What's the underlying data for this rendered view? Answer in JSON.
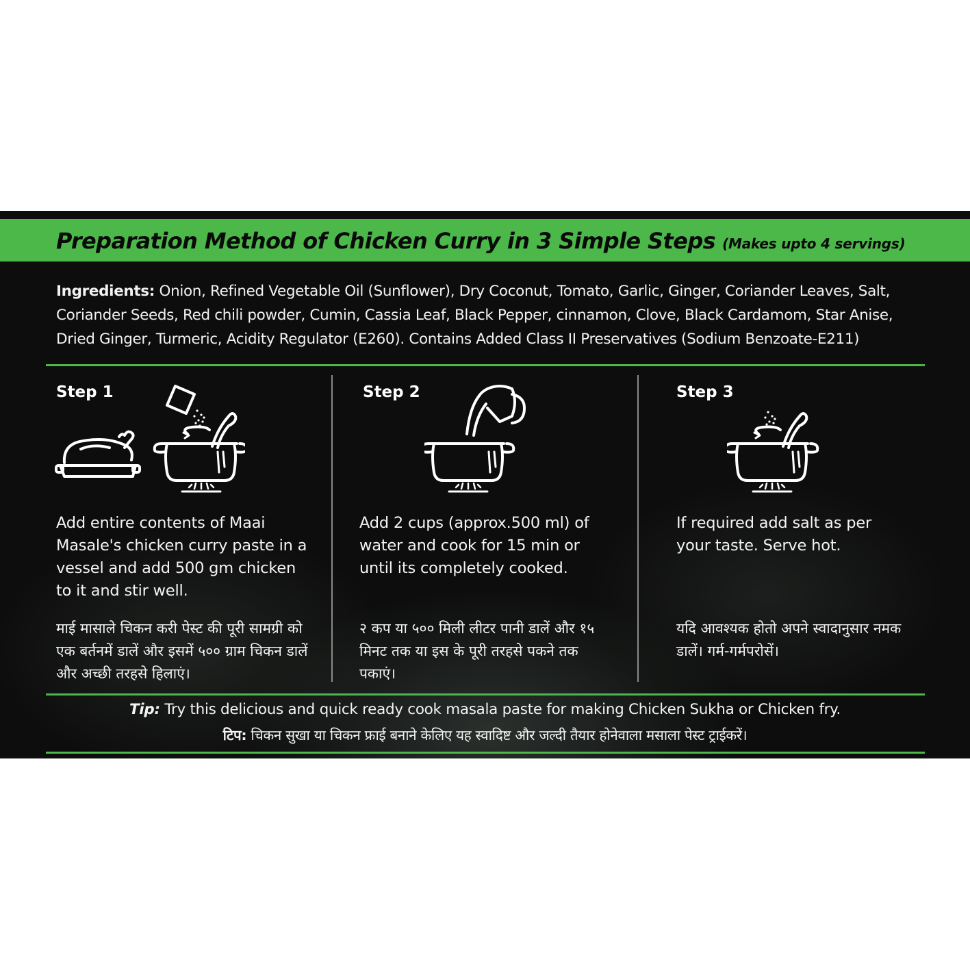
{
  "banner": {
    "title": "Preparation Method of Chicken Curry in 3 Simple Steps",
    "subtitle": "(Makes upto 4 servings)",
    "color": "#4cb84a"
  },
  "ingredients": {
    "label": "Ingredients:",
    "text": "Onion, Refined Vegetable Oil (Sunflower), Dry Coconut, Tomato, Garlic, Ginger, Coriander Leaves, Salt, Coriander Seeds, Red chili powder, Cumin, Cassia Leaf, Black Pepper, cinnamon, Clove, Black Cardamom, Star Anise, Dried Ginger, Turmeric, Acidity Regulator (E260). Contains Added Class II Preservatives (Sodium Benzoate-E211)"
  },
  "steps": [
    {
      "title": "Step 1",
      "icon": "chicken-and-pot-with-paste-icon",
      "en": "Add entire contents of Maai Masale's chicken curry paste in a vessel and add 500 gm chicken to it and stir well.",
      "hi": "माई मासाले चिकन करी पेस्ट की पूरी सामग्री को एक बर्तनमें डालें और इसमें ५०० ग्राम चिकन डालें और अच्छी तरहसे हिलाएं।"
    },
    {
      "title": "Step 2",
      "icon": "pouring-water-into-pot-icon",
      "en": "Add 2 cups (approx.500 ml) of water and cook for 15 min or until its completely cooked.",
      "hi": "२ कप या ५०० मिली लीटर पानी डालें और १५ मिनट तक या इस के पूरी तरहसे पकने तक पकाएं।"
    },
    {
      "title": "Step 3",
      "icon": "salting-pot-icon",
      "en": "If required add salt as per your taste. Serve hot.",
      "hi": "यदि आवश्यक होतो अपने स्वादानुसार नमक डालें। गर्म-गर्मपरोसें।"
    }
  ],
  "tip": {
    "label_en": "Tip:",
    "text_en": "Try this delicious and quick ready cook masala paste for making Chicken Sukha or Chicken fry.",
    "label_hi": "टिप:",
    "text_hi": "चिकन सुखा या चिकन फ्राई बनाने केलिए यह स्वादिष्ट और जल्दी तैयार होनेवाला मसाला पेस्ट ट्राईकरें।"
  }
}
